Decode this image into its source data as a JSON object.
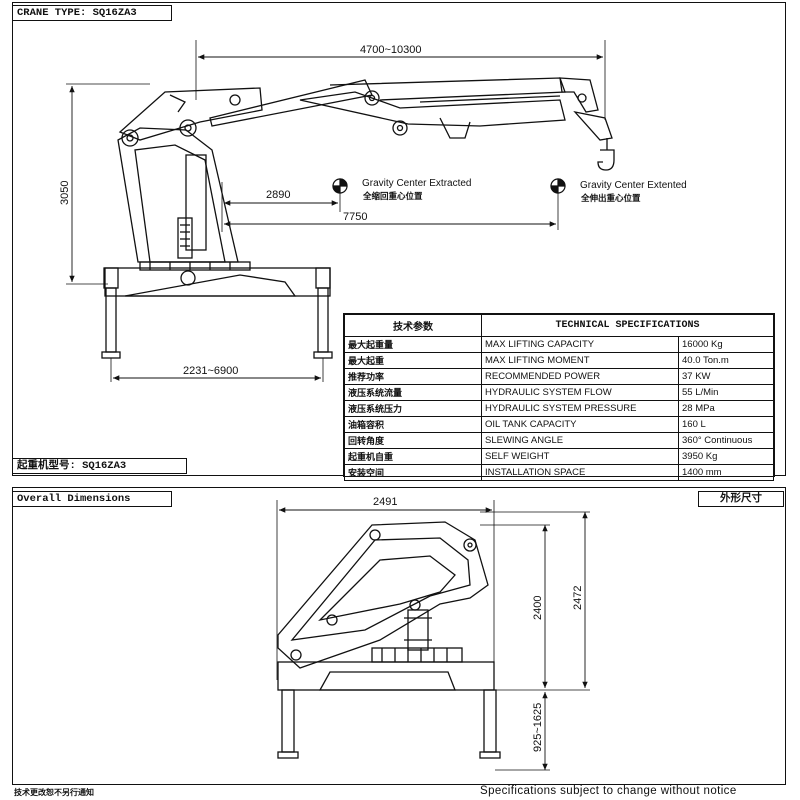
{
  "header": {
    "crane_type": "CRANE TYPE: SQ16ZA3",
    "model_cn": "起重机型号: SQ16ZA3"
  },
  "side_view": {
    "dim_span": "4700~10300",
    "dim_height": "3050",
    "dim_2890": "2890",
    "dim_7750": "7750",
    "dim_outrigger": "2231~6900",
    "gravity_retracted_en": "Gravity Center Extracted",
    "gravity_retracted_cn": "全缩回重心位置",
    "gravity_extended_en": "Gravity Center Extented",
    "gravity_extended_cn": "全伸出重心位置"
  },
  "specs": {
    "header_cn": "技术参数",
    "header_en": "TECHNICAL SPECIFICATIONS",
    "rows": [
      {
        "cn": "最大起重量",
        "en": "MAX LIFTING CAPACITY",
        "val": "16000 Kg"
      },
      {
        "cn": "最大起重",
        "en": "MAX LIFTING MOMENT",
        "val": "40.0 Ton.m"
      },
      {
        "cn": "推荐功率",
        "en": "RECOMMENDED POWER",
        "val": "37 KW"
      },
      {
        "cn": "液压系统流量",
        "en": "HYDRAULIC SYSTEM FLOW",
        "val": "55 L/Min"
      },
      {
        "cn": "液压系统压力",
        "en": "HYDRAULIC SYSTEM PRESSURE",
        "val": "28 MPa"
      },
      {
        "cn": "油箱容积",
        "en": "OIL TANK CAPACITY",
        "val": "160 L"
      },
      {
        "cn": "回转角度",
        "en": "SLEWING ANGLE",
        "val": "360° Continuous"
      },
      {
        "cn": "起重机自重",
        "en": "SELF WEIGHT",
        "val": "3950 Kg"
      },
      {
        "cn": "安装空间",
        "en": "INSTALLATION SPACE",
        "val": "1400 mm"
      }
    ]
  },
  "overall": {
    "label_en": "Overall Dimensions",
    "label_cn": "外形尺寸",
    "dim_width": "2491",
    "dim_2400": "2400",
    "dim_2472": "2472",
    "dim_leg": "925~1625"
  },
  "footer": {
    "note_cn": "技术更改恕不另行通知",
    "note_en": "Specifications subject to change without notice"
  }
}
